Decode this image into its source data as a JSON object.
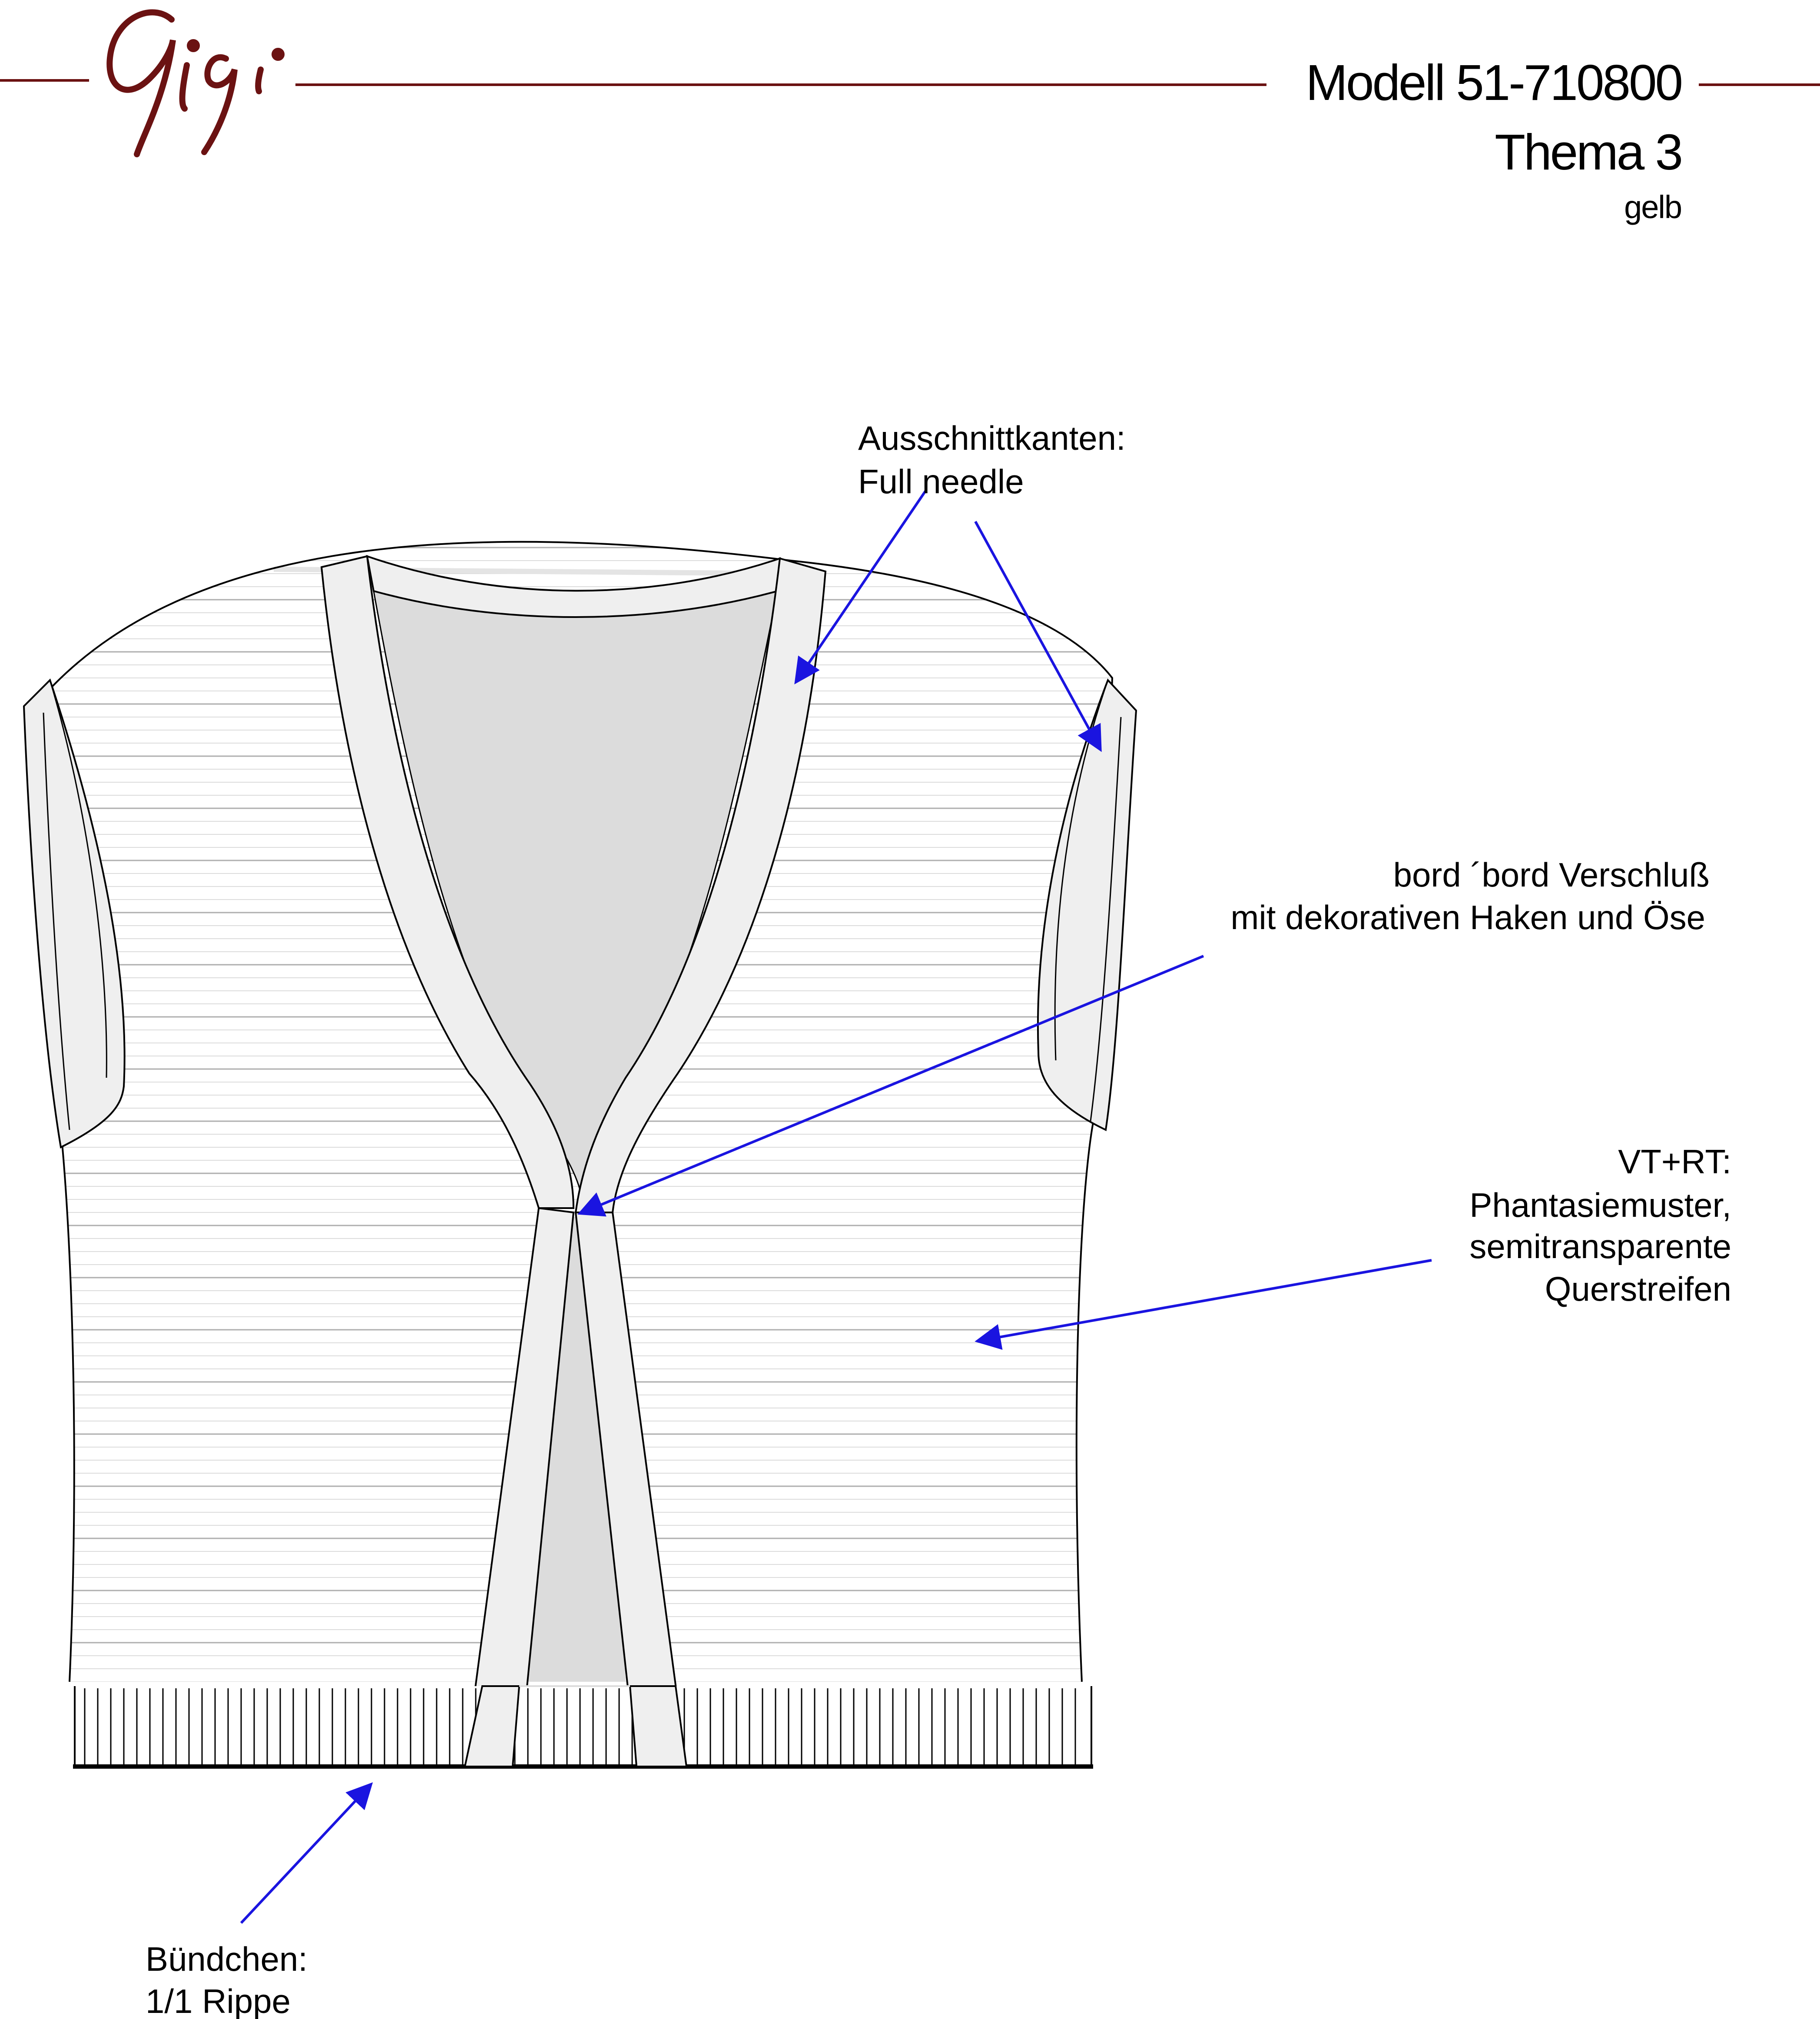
{
  "header": {
    "brand_logo_text": "Gigi",
    "model": "Modell 51-710800",
    "theme": "Thema 3",
    "color": "gelb"
  },
  "annotations": {
    "neckline": {
      "line1": "Ausschnittkanten:",
      "line2": "Full needle"
    },
    "closure": {
      "line1": "bord ´bord Verschluß",
      "line2": "mit dekorativen Haken und Öse"
    },
    "body": {
      "line1": "VT+RT:",
      "line2": "Phantasiemuster,",
      "line3": "semitransparente",
      "line4": "Querstreifen"
    },
    "cuff": {
      "line1": "Bündchen:",
      "line2": "1/1 Rippe"
    }
  },
  "colors": {
    "brand": "#6b1212",
    "arrow": "#1a14e0",
    "trim_fill": "#efefef",
    "inner_fill": "#dcdcdc",
    "stripe": "#9a9a9a"
  }
}
